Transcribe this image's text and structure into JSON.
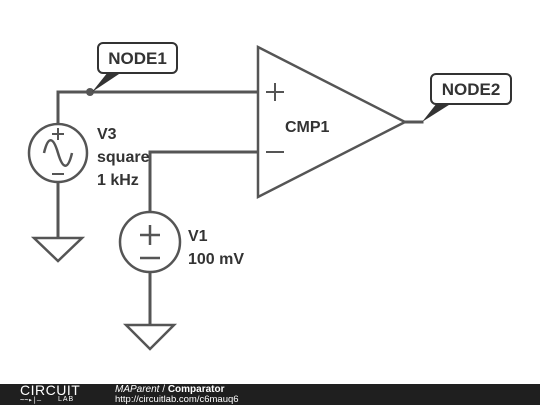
{
  "schematic": {
    "node1_label": "NODE1",
    "node2_label": "NODE2",
    "comparator": {
      "name": "CMP1",
      "plus_sign": "+",
      "minus_sign": "−"
    },
    "v3": {
      "name": "V3",
      "waveform": "square",
      "frequency": "1 kHz"
    },
    "v1": {
      "name": "V1",
      "value": "100 mV"
    }
  },
  "footer": {
    "logo_top": "CIRCUIT",
    "logo_bottom": "LAB",
    "logo_mark": "~~▸|—",
    "user": "MAParent",
    "separator": " / ",
    "title": "Comparator",
    "url": "http://circuitlab.com/c6mauq6"
  },
  "colors": {
    "wire": "#555555",
    "footer_bg": "#1f1f1f",
    "text": "#333333"
  }
}
